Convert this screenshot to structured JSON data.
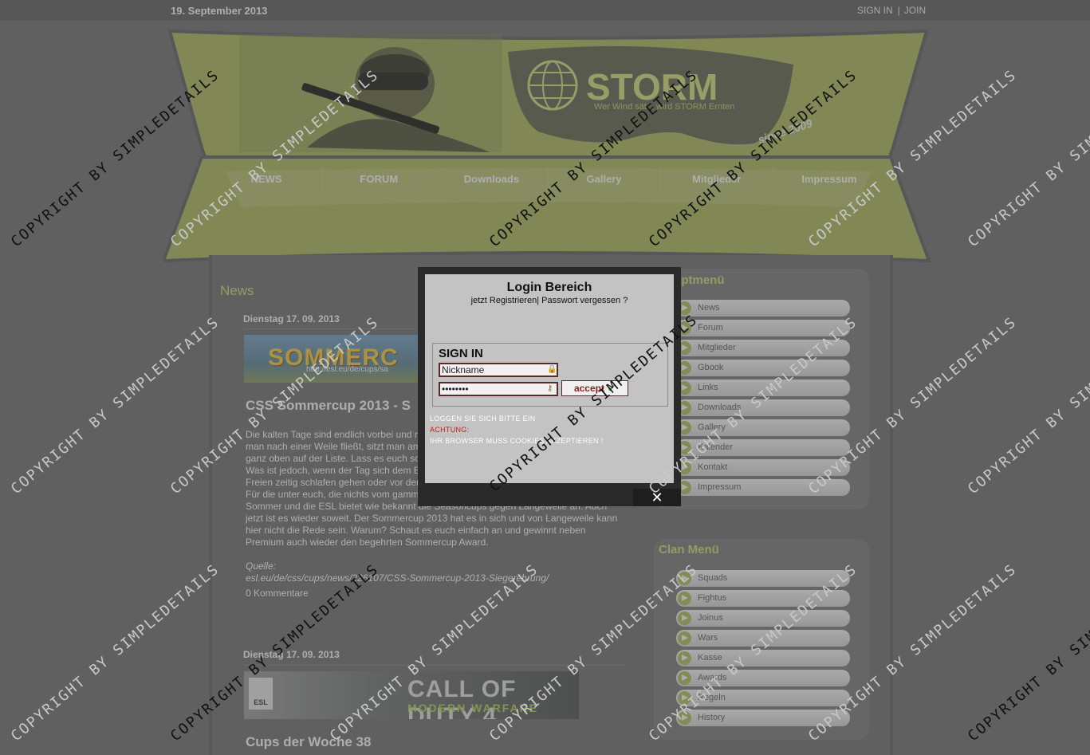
{
  "topbar": {
    "date": "19. September 2013",
    "sign_in": "SIGN IN",
    "separator": "|",
    "join": "JOIN"
  },
  "logo": {
    "name": "STORM",
    "slogan": "Wer Wind sät... wird STORM Ernten",
    "since": "since 2009"
  },
  "nav": [
    "NEWS",
    "FORUM",
    "Downloads",
    "Gallery",
    "Mitglieder",
    "Impressum"
  ],
  "content": {
    "section_title": "News",
    "posts": [
      {
        "date": "Dienstag 17. 09. 2013",
        "banner_text": "SOMMERC",
        "banner_url": "http://esl.eu/de/cups/sa",
        "title": "CSS Sommercup 2013 - S",
        "paragraphs": [
          "Die kalten Tage sind endlich vorbei und man kann die Sonnenstrahlen genießen. Wenn man nach einer Weile fließt, sitzt man am See und lässt es sich gut gehen, die Jahreszeit ganz oben auf der Liste. Lass es euch schmecken.",
          "Was ist jedoch, wenn der Tag sich dem Ende neigt. Man könnte nach einem Tag im Freien zeitig schlafen gehen oder vor dem Fernseher gammeln.",
          "Für die unter euch, die nichts vom gammeln halten, den können wir helfen. Es ist Sommer und die ESL bietet wie bekannt die Seasoncups gegen Langeweile an. Auch jetzt ist es wieder soweit. Der Sommercup 2013 hat es in sich und von Langeweile kann hier nicht die Rede sein. Warum? Schaut es euch einfach an und gewinnt neben Premium auch wieder den begehrten Sommercup Award."
        ],
        "source_label": "Quelle:",
        "source_url": "esl.eu/de/css/cups/news/226107/CSS-Sommercup-2013-Siegerehrung/",
        "comments": "0 Kommentare"
      },
      {
        "date": "Dienstag 17. 09. 2013",
        "banner_esl": "ESL",
        "banner_text": "CALL OF DUTY 4",
        "banner_sub": "MODERN WARFARE",
        "title": "Cups der Woche 38"
      }
    ]
  },
  "sidebar": {
    "main_title": "Hauptmenü",
    "main_items": [
      "News",
      "Forum",
      "Mitglieder",
      "Gbook",
      "Links",
      "Downloads",
      "Gallery",
      "Kalender",
      "Kontakt",
      "Impressum"
    ],
    "clan_title": "Clan Menü",
    "clan_items": [
      "Squads",
      "Fightus",
      "Joinus",
      "Wars",
      "Kasse",
      "Awards",
      "Regeln",
      "History"
    ]
  },
  "login": {
    "title": "Login Bereich",
    "register": "jetzt Registrieren",
    "link_sep": "|",
    "forgot": "Passwort vergessen ?",
    "sign_in": "SIGN IN",
    "nickname_value": "Nickname",
    "password_value": "••••••••",
    "accept": "accept",
    "msg_login": "LOGGEN SIE SICH BITTE EIN",
    "msg_warning": "ACHTUNG:",
    "msg_cookies": "IHR BROWSER MUSS COOKIES AKZEPTIEREN !",
    "close": "✕"
  },
  "watermark": "COPYRIGHT BY SIMPLEDETAILS",
  "colors": {
    "accent": "#b7c56b",
    "accent_text": "#d6e07e",
    "page_bg": "#7a7a7a",
    "warning": "#d21616"
  }
}
